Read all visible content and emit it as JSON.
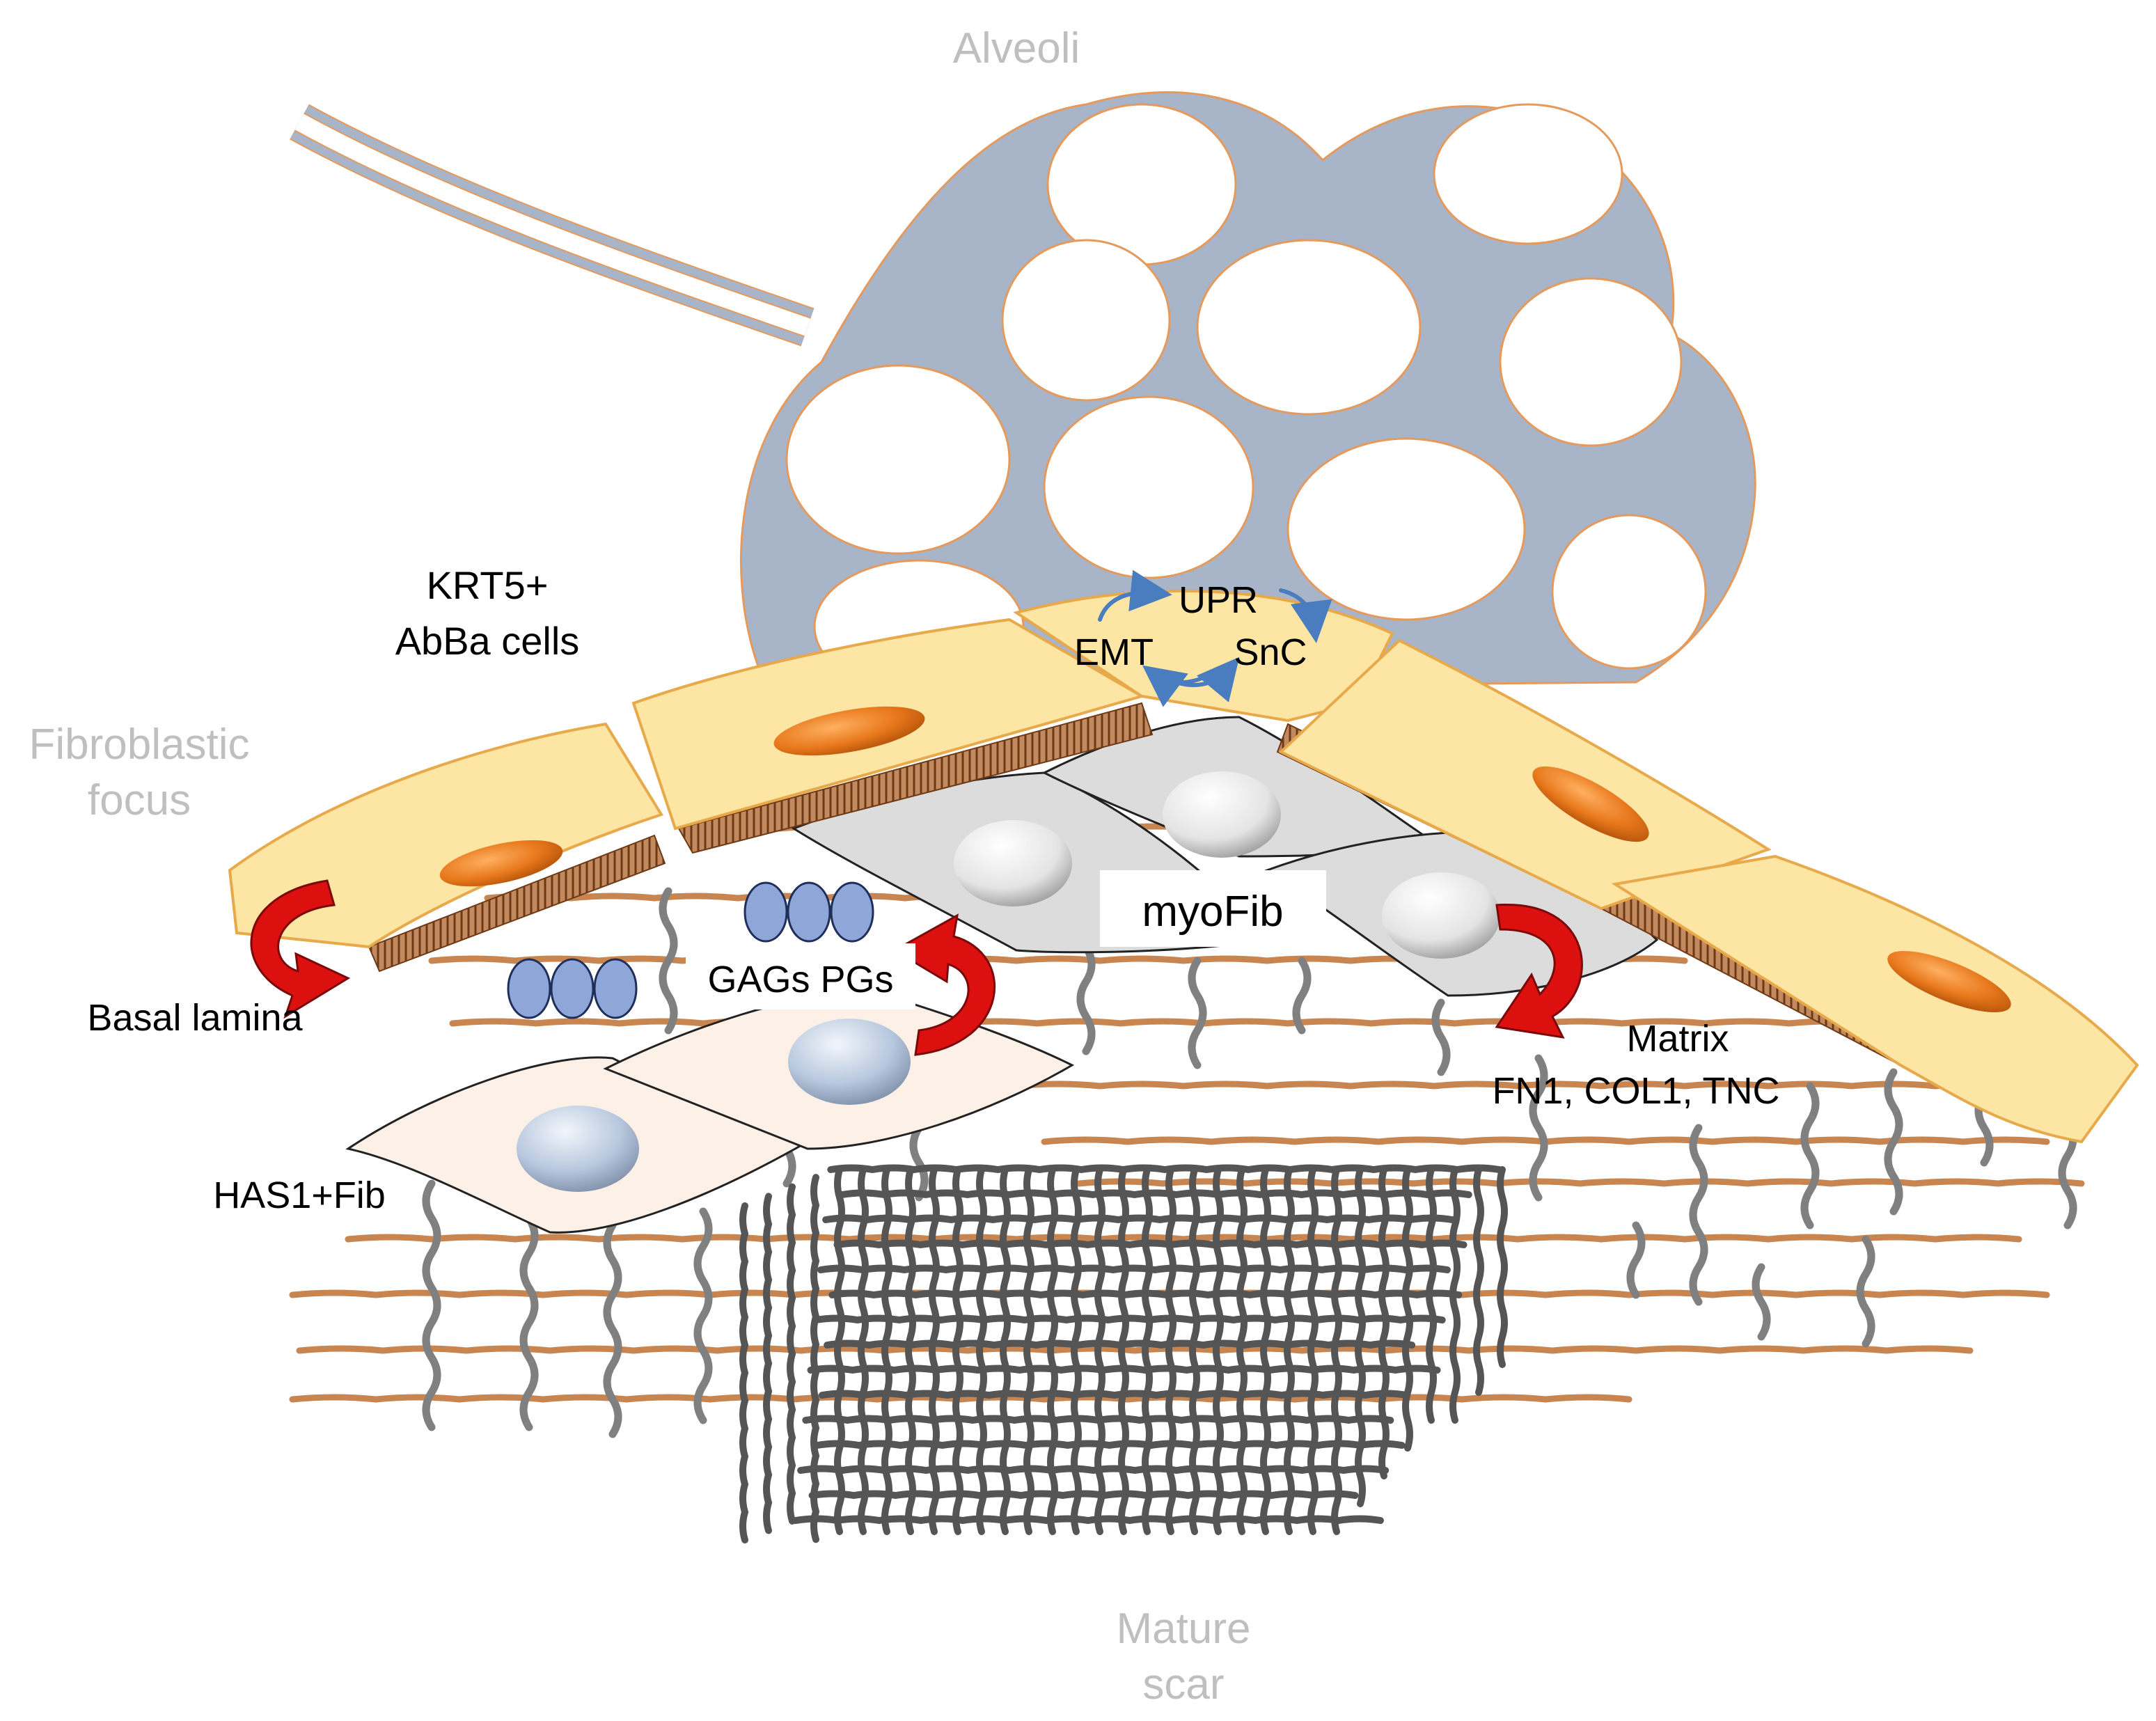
{
  "labels": {
    "alveoli": "Alveoli",
    "fibroblastic_focus_line1": "Fibroblastic",
    "fibroblastic_focus_line2": "focus",
    "krt5_line1": "KRT5+",
    "krt5_line2": "AbBa cells",
    "upr": "UPR",
    "emt": "EMT",
    "snc": "SnC",
    "myofib": "myoFib",
    "gags_pgs": "GAGs PGs",
    "basal_lamina": "Basal lamina",
    "matrix_line1": "Matrix",
    "matrix_line2": "FN1, COL1, TNC",
    "has1_fib": "HAS1+Fib",
    "mature_scar_line1": "Mature",
    "mature_scar_line2": "scar"
  },
  "colors": {
    "alveoli_wall": "#a8b4c8",
    "alveoli_outline": "#e59a5c",
    "epithelial_cell": "#fde6a4",
    "epithelial_outline": "#e8a94a",
    "nucleus": "#e8781c",
    "collagen_brown": "#c98550",
    "collagen_gray": "#808080",
    "basal_lamina": "#9a5a30",
    "myofib_cell": "#dcdcdc",
    "has1_cell": "#fdf0e6",
    "gag_bead": "#8ea6d8",
    "arrow_red": "#dd1010",
    "cycle_arrow_blue": "#4a7cc0",
    "light_label": "#bfbfbf",
    "scar_mesh": "#555555"
  }
}
